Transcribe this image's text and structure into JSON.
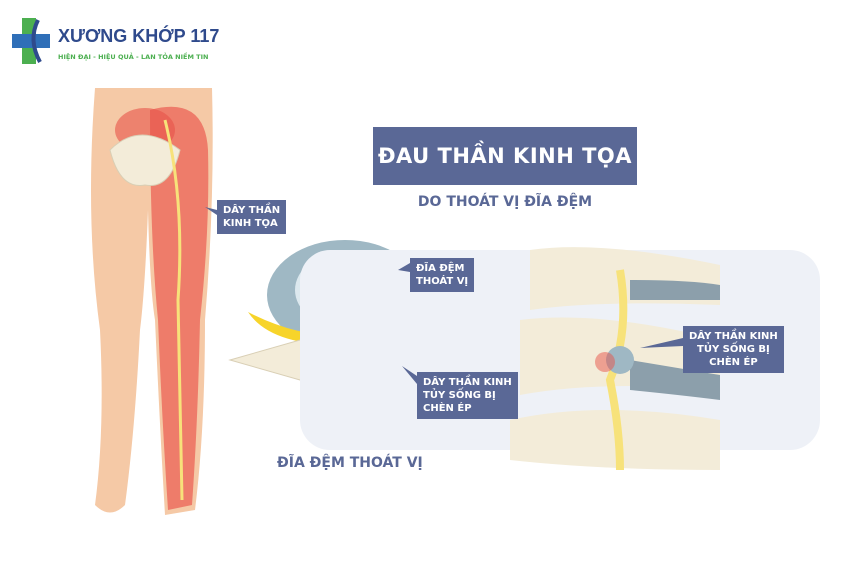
{
  "logo": {
    "name": "XƯƠNG KHỚP 117",
    "slogan": "HIỆN ĐẠI - HIỆU QUẢ - LAN TỎA NIỀM TIN"
  },
  "title": "ĐAU THẦN KINH TỌA",
  "subtitle": "DO THOÁT VỊ ĐĨA ĐỆM",
  "labels": {
    "sciatic": [
      "DÂY THẦN",
      "KINH TỌA"
    ],
    "herniated_disc": [
      "ĐĨA ĐỆM",
      "THOÁT VỊ"
    ],
    "compressed_nerve_1": [
      "DÂY THẦN KINH",
      "TỦY SỐNG BỊ",
      "CHÈN ÉP"
    ],
    "compressed_nerve_2": [
      "DÂY THẦN KINH",
      "TỦY SỐNG BỊ",
      "CHÈN ÉP"
    ]
  },
  "caption": "ĐĨA ĐỆM THOÁT VỊ",
  "colors": {
    "label_bg": "#5a6896",
    "skin": "#f5c9a6",
    "pain": "#e8534a",
    "nerve": "#f7e27a",
    "disc": "#9fb8c4"
  }
}
